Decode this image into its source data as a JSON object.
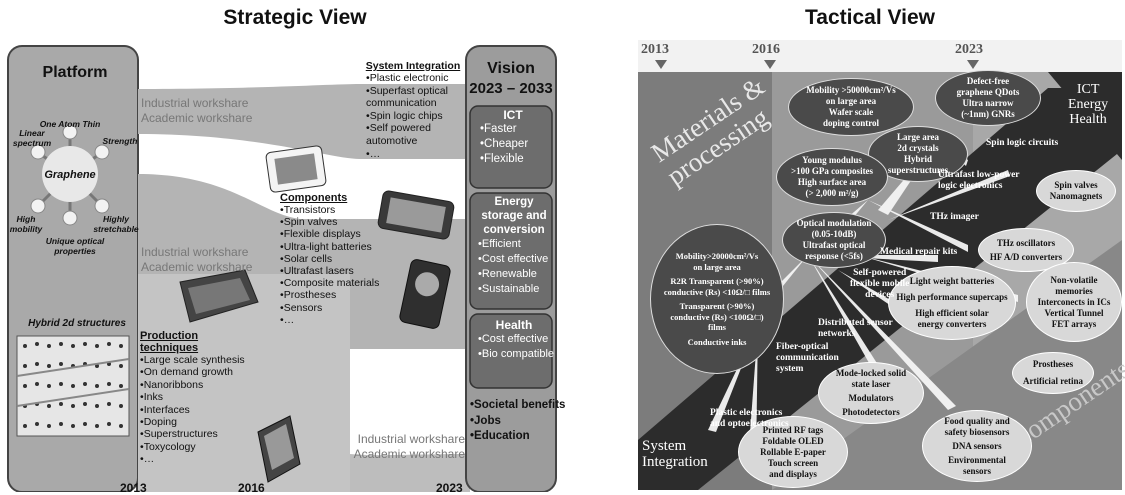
{
  "strategic": {
    "title": "Strategic View",
    "platform": {
      "title": "Platform",
      "center": "Graphene",
      "props": [
        "One Atom Thin",
        "Strength",
        "Highly stretchable",
        "Unique optical properties",
        "High mobility",
        "Linear spectrum"
      ],
      "hybrid": "Hybrid 2d structures"
    },
    "workshare": {
      "industrial": "Industrial workshare",
      "academic": "Academic workshare"
    },
    "system_integration": {
      "title": "System Integration",
      "items": [
        "Plastic electronic",
        "Superfast optical communication",
        "Spin logic chips",
        "Self powered automotive",
        "…"
      ]
    },
    "components": {
      "title": "Components",
      "items": [
        "Transistors",
        "Spin valves",
        "Flexible displays",
        "Ultra-light batteries",
        "Solar cells",
        "Ultrafast lasers",
        "Composite materials",
        "Prostheses",
        "Sensors",
        "…"
      ]
    },
    "production": {
      "title": "Production techniques",
      "items": [
        "Large scale synthesis",
        "On demand growth",
        "Nanoribbons",
        "Inks",
        "Interfaces",
        "Doping",
        "Superstructures",
        "Toxycology",
        "…"
      ]
    },
    "vision": {
      "title": "Vision",
      "years": "2023 – 2033",
      "ict": {
        "title": "ICT",
        "items": [
          "Faster",
          "Cheaper",
          "Flexible"
        ]
      },
      "energy": {
        "title": "Energy storage and conversion",
        "items": [
          "Efficient",
          "Cost effective",
          "Renewable",
          "Sustainable"
        ]
      },
      "health": {
        "title": "Health",
        "items": [
          "Cost effective",
          "Bio compatible"
        ]
      },
      "societal": [
        "Societal benefits",
        "Jobs",
        "Education"
      ]
    },
    "years": [
      "2013",
      "2016",
      "2023"
    ]
  },
  "tactical": {
    "title": "Tactical View",
    "years": [
      "2013",
      "2016",
      "2023"
    ],
    "materials_label": "Materials & processing",
    "ict_label": [
      "ICT",
      "Energy",
      "Health"
    ],
    "system_label": [
      "System",
      "Integration"
    ],
    "components_label": "Components",
    "dark_ellipses": {
      "mob50000": [
        "Mobility >50000cm²/Vs",
        "on large area"
      ],
      "wafer": [
        "Wafer scale",
        "doping control"
      ],
      "qdots": [
        "Defect-free",
        "graphene QDots",
        "Ultra narrow",
        "(~1nm) GNRs"
      ],
      "crystals": [
        "Large area",
        "2d crystals",
        "Hybrid",
        "superstructures"
      ],
      "young": [
        "Young modulus",
        ">100 GPa composites",
        "High surface area",
        "(> 2,000 m²/g)"
      ],
      "optical": [
        "Optical modulation",
        "(0.05-10dB)",
        "Ultrafast optical",
        "response (<5fs)"
      ],
      "mob20000": [
        "Mobility>20000cm²/Vs",
        "on large area",
        "R2R Transparent (>90%)",
        "conductive (Rs) <10Ω/□ films",
        "Transparent (>90%)",
        "conductive (Rs) <100Ω/□)",
        "films",
        "Conductive inks"
      ]
    },
    "light_ellipses": {
      "spinvalves": [
        "Spin valves",
        "Nanomagnets"
      ],
      "thz": [
        "THz oscillators",
        "HF A/D converters"
      ],
      "nonvol": [
        "Non-volatile",
        "memories",
        "Interconects in ICs",
        "Vertical Tunnel",
        "FET arrays"
      ],
      "batteries": [
        "Light weight batteries",
        "High performance supercaps",
        "High efficient solar",
        "energy converters"
      ],
      "prostheses": [
        "Prostheses",
        "Artificial retina"
      ],
      "laser": [
        "Mode-locked solid",
        "state laser",
        "Modulators",
        "Photodetectors"
      ],
      "food": [
        "Food quality and",
        "safety biosensors",
        "DNA sensors",
        "Environmental",
        "sensors"
      ],
      "rf": [
        "Printed RF tags",
        "Foldable OLED",
        "Rollable E-paper",
        "Touch screen",
        "and displays"
      ]
    },
    "labels": {
      "spinlogic": "Spin logic circuits",
      "ultrafast": [
        "Ultrafast low-power",
        "logic electronics"
      ],
      "thzimager": "THz imager",
      "medical": "Medical repair kits",
      "selfpowered": [
        "Self-powered",
        "flexible mobile",
        "devices"
      ],
      "distributed": [
        "Distributed sensor",
        "networks"
      ],
      "fiber": [
        "Fiber-optical",
        "communication",
        "system"
      ],
      "plastic": [
        "Plastic electronics",
        "and optoelectronics"
      ]
    }
  }
}
